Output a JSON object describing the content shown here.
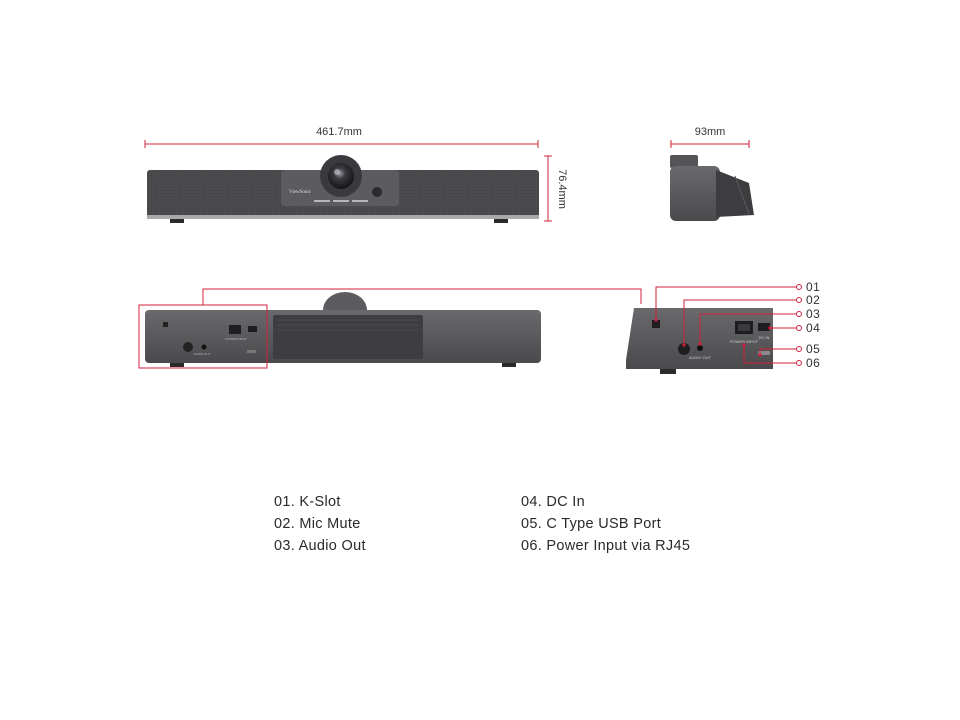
{
  "dimensions": {
    "width": "461.7mm",
    "height": "76.4mm",
    "depth": "93mm"
  },
  "brand_logo": "ViewSonic",
  "port_labels": {
    "audio_out": "AUDIO OUT",
    "power_input": "POWER INPUT",
    "dc_in": "DC IN"
  },
  "callouts": [
    "01",
    "02",
    "03",
    "04",
    "05",
    "06"
  ],
  "legend": [
    {
      "label": "01. K-Slot"
    },
    {
      "label": "02. Mic Mute"
    },
    {
      "label": "03. Audio Out"
    },
    {
      "label": "04. DC In"
    },
    {
      "label": "05. C Type USB Port"
    },
    {
      "label": "06. Power Input via RJ45"
    }
  ],
  "colors": {
    "accent": "#d1203c",
    "device_body": "#5b5b5d",
    "device_dark": "#3a3a3c"
  }
}
